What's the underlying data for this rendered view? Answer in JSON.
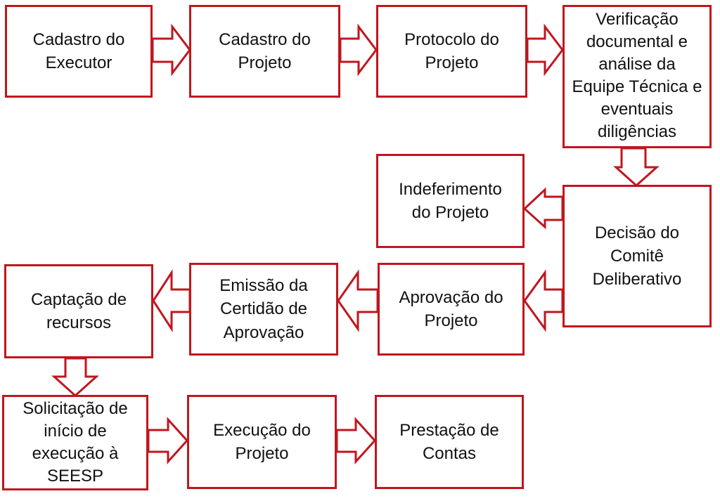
{
  "flow": {
    "boxes": {
      "cadastro_executor": "Cadastro do\nExecutor",
      "cadastro_projeto": "Cadastro do\nProjeto",
      "protocolo_projeto": "Protocolo do\nProjeto",
      "verificacao": "Verificação\ndocumental e\nanálise da\nEquipe Técnica e\neventuais\ndiligências",
      "indeferimento": "Indeferimento\ndo Projeto",
      "decisao_comite": "Decisão do\nComitê\nDeliberativo",
      "aprovacao_projeto": "Aprovação do\nProjeto",
      "emissao_certidao": "Emissão da\nCertidão de\nAprovação",
      "captacao_recursos": "Captação de\nrecursos",
      "solicitacao_inicio": "Solicitação de\ninício de\nexecução à\nSEESP",
      "execucao_projeto": "Execução do\nProjeto",
      "prestacao_contas": "Prestação de\nContas"
    },
    "colors": {
      "border": "#c0161e",
      "fill": "#ffffff",
      "text": "#111111"
    }
  }
}
